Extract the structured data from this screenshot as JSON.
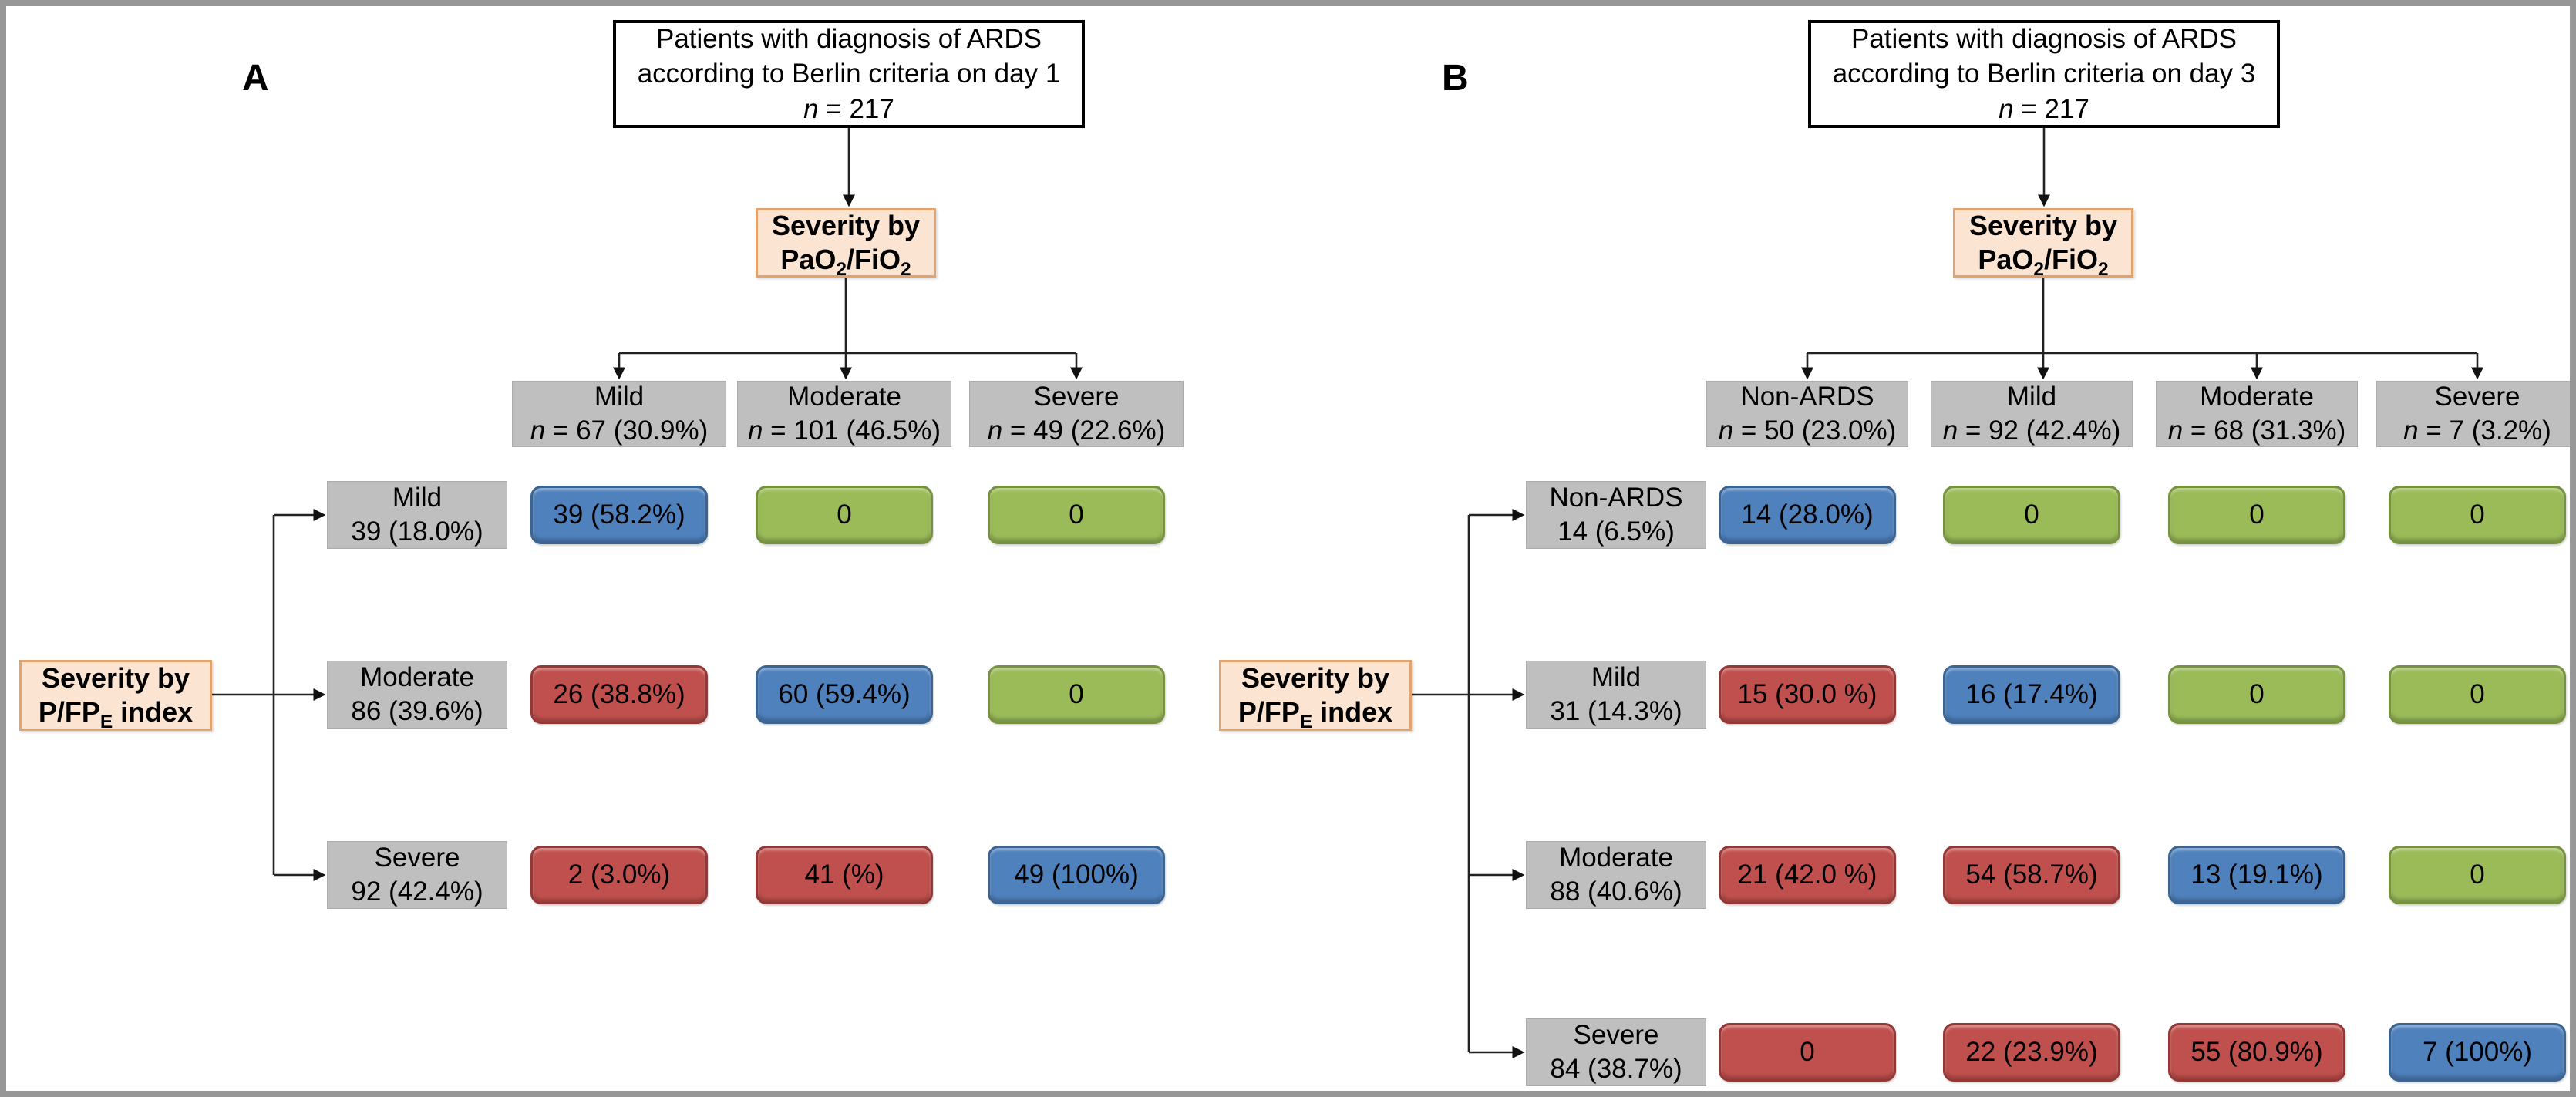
{
  "colors": {
    "blue": "#4f81bd",
    "blue_border": "#3a6492",
    "green": "#9bbb59",
    "green_border": "#76923c",
    "red": "#c0504d",
    "red_border": "#953734",
    "gray_box": "#bfbfbf",
    "peach": "#fbe5d2",
    "peach_border": "#e2a46f",
    "outer_border": "#979797"
  },
  "panels": [
    {
      "label": "A",
      "top_box": {
        "line1": "Patients with diagnosis of ARDS",
        "line2": "according to Berlin criteria on day 1",
        "n_italic": "n",
        "n_text": " = 217"
      },
      "severity_top": {
        "line1": "Severity by",
        "f_pre": "PaO",
        "f_sub1": "2",
        "f_mid": "/FiO",
        "f_sub2": "2"
      },
      "severity_left": {
        "line1": "Severity by",
        "f_pre": "P/FP",
        "f_sub1": "E",
        "f_post": " index"
      },
      "columns": [
        {
          "name": "Mild",
          "n_italic": "n",
          "n_text": " = 67 (30.9%)"
        },
        {
          "name": "Moderate",
          "n_italic": "n",
          "n_text": " = 101 (46.5%)"
        },
        {
          "name": "Severe",
          "n_italic": "n",
          "n_text": " = 49 (22.6%)"
        }
      ],
      "rows": [
        {
          "name": "Mild",
          "count": "39 (18.0%)",
          "cells": [
            {
              "text": "39 (58.2%)",
              "color": "blue"
            },
            {
              "text": "0",
              "color": "green"
            },
            {
              "text": "0",
              "color": "green"
            }
          ]
        },
        {
          "name": "Moderate",
          "count": "86 (39.6%)",
          "cells": [
            {
              "text": "26 (38.8%)",
              "color": "red"
            },
            {
              "text": "60 (59.4%)",
              "color": "blue"
            },
            {
              "text": "0",
              "color": "green"
            }
          ]
        },
        {
          "name": "Severe",
          "count": "92 (42.4%)",
          "cells": [
            {
              "text": "2 (3.0%)",
              "color": "red"
            },
            {
              "text": "41 (%)",
              "color": "red"
            },
            {
              "text": "49 (100%)",
              "color": "blue"
            }
          ]
        }
      ]
    },
    {
      "label": "B",
      "top_box": {
        "line1": "Patients with diagnosis of ARDS",
        "line2": "according to Berlin criteria on day 3",
        "n_italic": "n",
        "n_text": " = 217"
      },
      "severity_top": {
        "line1": "Severity by",
        "f_pre": "PaO",
        "f_sub1": "2",
        "f_mid": "/FiO",
        "f_sub2": "2"
      },
      "severity_left": {
        "line1": "Severity by",
        "f_pre": "P/FP",
        "f_sub1": "E",
        "f_post": " index"
      },
      "columns": [
        {
          "name": "Non-ARDS",
          "n_italic": "n",
          "n_text": " = 50 (23.0%)"
        },
        {
          "name": "Mild",
          "n_italic": "n",
          "n_text": " = 92 (42.4%)"
        },
        {
          "name": "Moderate",
          "n_italic": "n",
          "n_text": " = 68 (31.3%)"
        },
        {
          "name": "Severe",
          "n_italic": "n",
          "n_text": " = 7 (3.2%)"
        }
      ],
      "rows": [
        {
          "name": "Non-ARDS",
          "count": "14 (6.5%)",
          "cells": [
            {
              "text": "14 (28.0%)",
              "color": "blue"
            },
            {
              "text": "0",
              "color": "green"
            },
            {
              "text": "0",
              "color": "green"
            },
            {
              "text": "0",
              "color": "green"
            }
          ]
        },
        {
          "name": "Mild",
          "count": "31 (14.3%)",
          "cells": [
            {
              "text": "15 (30.0 %)",
              "color": "red"
            },
            {
              "text": "16 (17.4%)",
              "color": "blue"
            },
            {
              "text": "0",
              "color": "green"
            },
            {
              "text": "0",
              "color": "green"
            }
          ]
        },
        {
          "name": "Moderate",
          "count": "88 (40.6%)",
          "cells": [
            {
              "text": "21 (42.0 %)",
              "color": "red"
            },
            {
              "text": "54 (58.7%)",
              "color": "red"
            },
            {
              "text": "13 (19.1%)",
              "color": "blue"
            },
            {
              "text": "0",
              "color": "green"
            }
          ]
        },
        {
          "name": "Severe",
          "count": "84 (38.7%)",
          "cells": [
            {
              "text": "0",
              "color": "red"
            },
            {
              "text": "22 (23.9%)",
              "color": "red"
            },
            {
              "text": "55 (80.9%)",
              "color": "red"
            },
            {
              "text": "7 (100%)",
              "color": "blue"
            }
          ]
        }
      ]
    }
  ]
}
